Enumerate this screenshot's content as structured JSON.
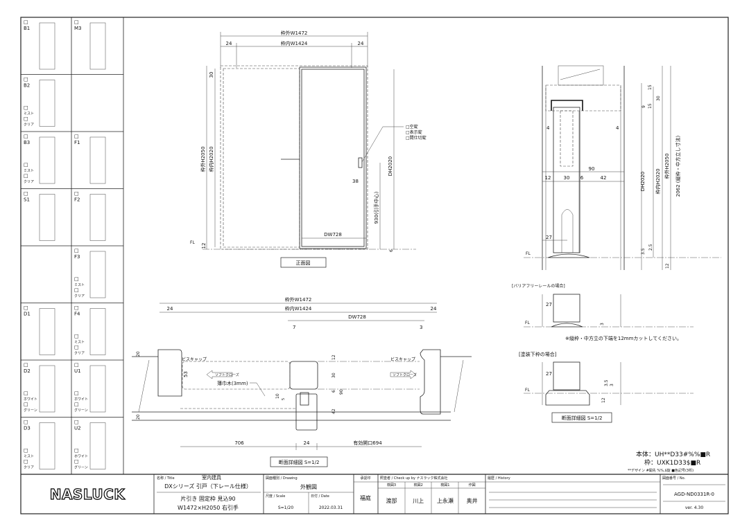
{
  "palette": {
    "title": "デザイン一覧",
    "checkbox_glyph": "□",
    "cells": [
      {
        "code": "B1",
        "options": []
      },
      {
        "code": "M3",
        "options": []
      },
      {
        "code": "B2",
        "options": [
          "ミスト",
          "クリア"
        ]
      },
      {
        "code": "",
        "options": []
      },
      {
        "code": "B3",
        "options": [
          "ミスト",
          "クリア"
        ]
      },
      {
        "code": "F1",
        "options": []
      },
      {
        "code": "S1",
        "options": []
      },
      {
        "code": "F2",
        "options": []
      },
      {
        "code": "",
        "options": []
      },
      {
        "code": "F3",
        "options": [
          "ミスト",
          "クリア"
        ]
      },
      {
        "code": "D1",
        "options": []
      },
      {
        "code": "F4",
        "options": [
          "ミスト",
          "クリア"
        ]
      },
      {
        "code": "D2",
        "options": [
          "ホワイト",
          "グリーン"
        ]
      },
      {
        "code": "U1",
        "options": [
          "ホワイト",
          "グリーン"
        ]
      },
      {
        "code": "D3",
        "options": [
          "ミスト",
          "クリア"
        ]
      },
      {
        "code": "U2",
        "options": [
          "ホワイト",
          "グリーン"
        ]
      }
    ]
  },
  "front": {
    "outer_w": "枠外W1472",
    "inner_w": "枠内W1424",
    "side_24": "24",
    "outer_h": "枠外H2050",
    "inner_h": "枠内H2020",
    "top_30": "30",
    "bottom_12": "12",
    "dh": "DH2020",
    "handle_h": "930(引手中心)",
    "dim_38": "38",
    "dw": "DW728",
    "dim_6": "6",
    "fl": "FL",
    "lock_options": [
      "□空錠",
      "□表示錠",
      "□間仕切錠"
    ],
    "label": "正面図"
  },
  "plan": {
    "outer_w": "枠外W1472",
    "inner_w": "枠内W1424",
    "side_24": "24",
    "dw": "DW728",
    "dim_7": "7",
    "dim_3": "3",
    "dim_20": "20",
    "dim_53": "53",
    "dim_12": "12",
    "dim_30": "30",
    "dim_6": "6",
    "dim_90": "90",
    "dim_42": "42",
    "dim_10": "10",
    "dim_5": "5",
    "screw_cap": "ビスキャップ",
    "soft_close": "ソフトクローズ",
    "rail_wood": "薄巾木(3mm)",
    "dim_706": "706",
    "dim_24": "24",
    "opening": "有効開口694",
    "label": "断面詳細図 S=1/2"
  },
  "section": {
    "dim_9": "9",
    "dim_15a": "15",
    "dim_15b": "15",
    "dim_30": "30",
    "dim_4": "4",
    "dim_90": "90",
    "dim_12": "12",
    "dim_30b": "30",
    "dim_6": "6",
    "dim_42": "42",
    "dh": "DH2020",
    "inner_h": "枠内H2020",
    "outer_h": "枠外H2050",
    "h_2062": "2062 (縦枠・中方立し寸法)",
    "dim_27": "27",
    "dim_35": "3.5",
    "dim_25": "2.5",
    "dim_12b": "12",
    "fl": "FL",
    "barrier_title": "[バリアフリーレールの場合]",
    "dim_3": "3",
    "note": "※縦枠・中方立の下端を12mmカットしてください。",
    "painted_title": "[塗装下枠の場合]",
    "dim_35b": "3.5",
    "dim_3b": "3",
    "dim_12c": "12",
    "label": "断面詳細図 S=1/2"
  },
  "codes": {
    "body": "本体：UH**D33#%%■R",
    "frame": "枠：UXK1D33$■R",
    "legend": "**デザイン #開先 %%,$錠 ■色記号(3桁)"
  },
  "title_block": {
    "logo": "NASLUCK",
    "title_label": "名称 / Title",
    "title_1": "室内建具",
    "title_2": "DXシリーズ 引戸（下レール仕様）",
    "title_3": "片引き 固定枠 見込90",
    "title_4": "W1472×H2050 右引手",
    "drawing_label": "図面種別 / Drawing",
    "drawing": "外観図",
    "scale_label": "尺度 / Scale",
    "scale": "S=1/20",
    "date_label": "日付 / Date",
    "date": "2022.03.31",
    "approval_label": "承認印",
    "approval": "福庭",
    "check_label": "照査者 / Check up by ナスラック株式会社",
    "checkers": [
      {
        "role": "検図3",
        "name": "渡部"
      },
      {
        "role": "検図2",
        "name": "川上"
      },
      {
        "role": "検図1",
        "name": "上永瀬"
      },
      {
        "role": "作図",
        "name": "奥井"
      }
    ],
    "history_label": "履歴 / History",
    "number_label": "図面番号 / No.",
    "number": "AGD-ND0331R-0",
    "version": "ver. 4.30"
  }
}
